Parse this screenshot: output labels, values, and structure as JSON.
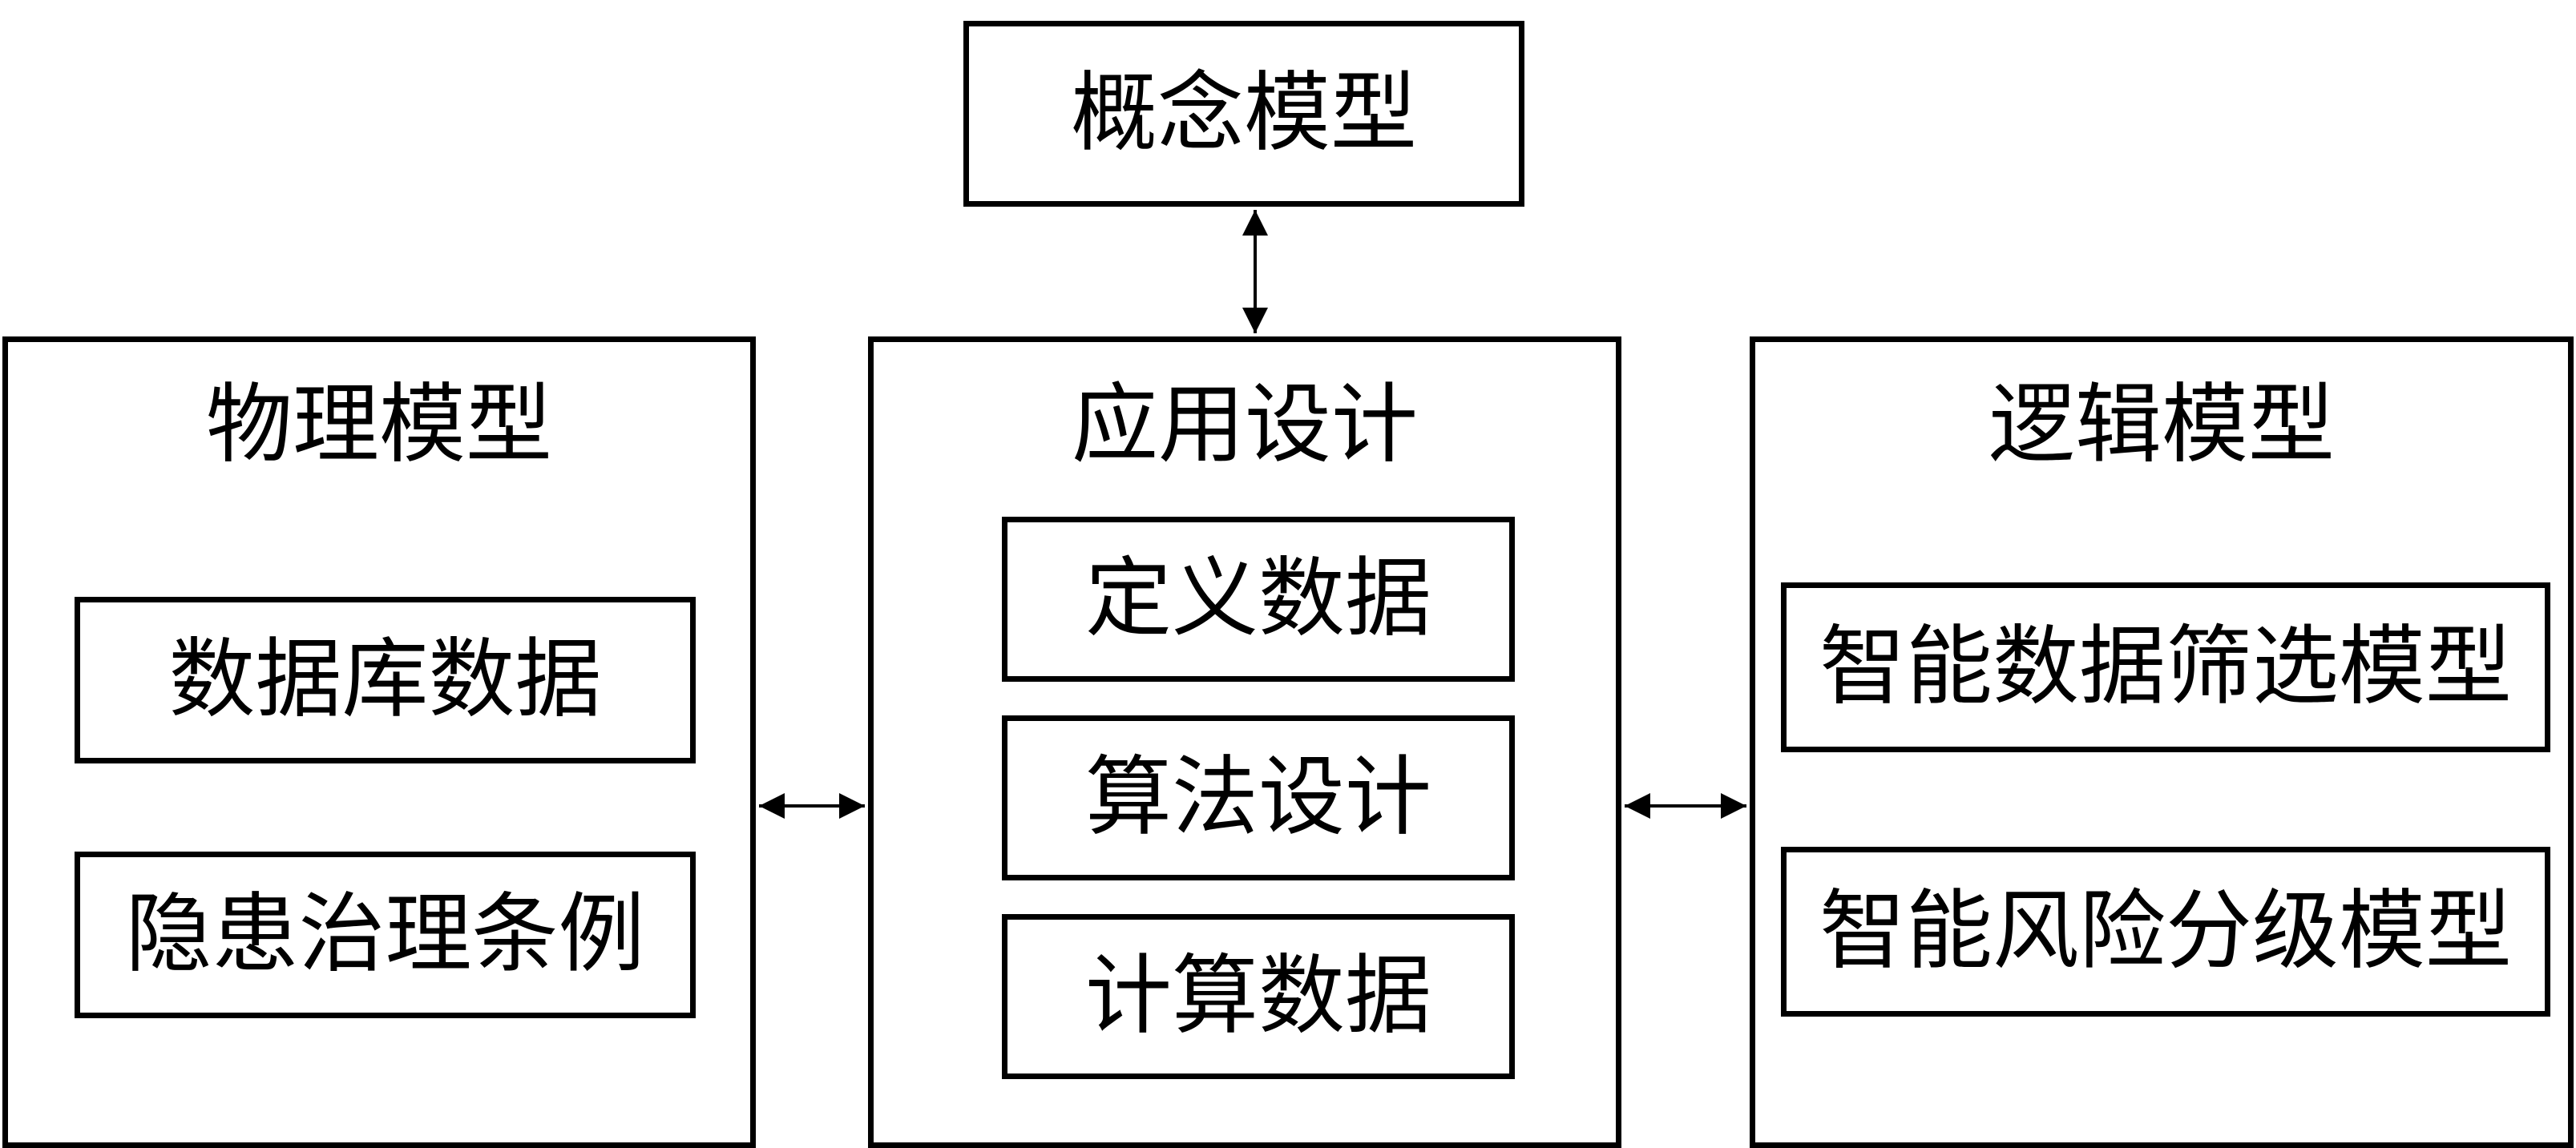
{
  "diagram": {
    "concept_model": {
      "label": "概念模型"
    },
    "physical_model": {
      "label": "物理模型",
      "items": [
        "数据库数据",
        "隐患治理条例"
      ]
    },
    "application_design": {
      "label": "应用设计",
      "items": [
        "定义数据",
        "算法设计",
        "计算数据"
      ]
    },
    "logical_model": {
      "label": "逻辑模型",
      "items": [
        "智能数据筛选模型",
        "智能风险分级模型"
      ]
    },
    "connections": [
      {
        "from": "概念模型",
        "to": "应用设计",
        "type": "bidirectional"
      },
      {
        "from": "物理模型",
        "to": "应用设计",
        "type": "bidirectional"
      },
      {
        "from": "应用设计",
        "to": "逻辑模型",
        "type": "bidirectional"
      }
    ]
  }
}
